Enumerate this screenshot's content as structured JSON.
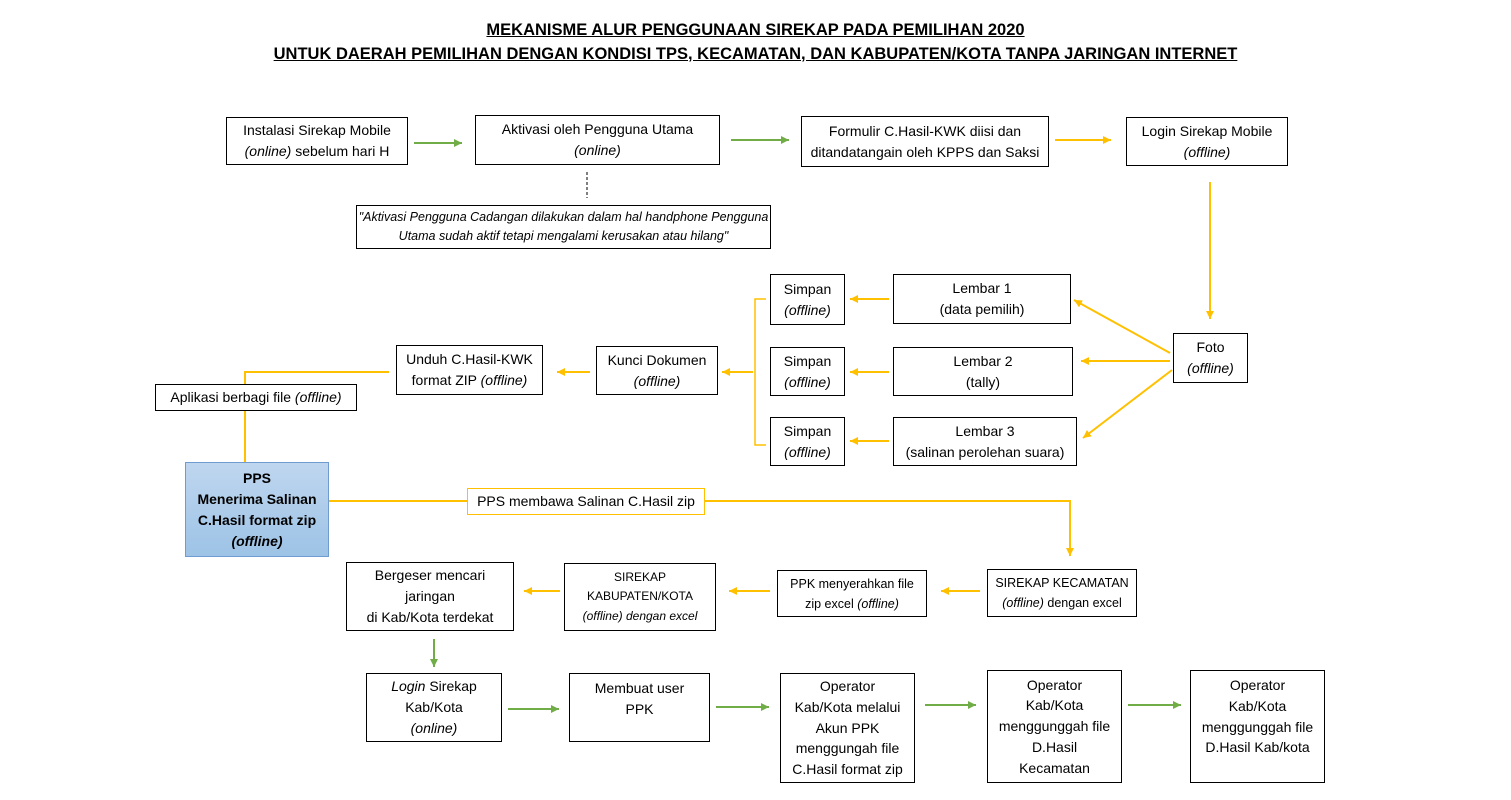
{
  "title": {
    "line1": "MEKANISME ALUR PENGGUNAAN SIREKAP PADA PEMILIHAN 2020",
    "line2": "UNTUK DAERAH PEMILIHAN DENGAN KONDISI TPS, KECAMATAN, DAN KABUPATEN/KOTA TANPA JARINGAN INTERNET"
  },
  "colors": {
    "green_arrow": "#70ad47",
    "yellow_arrow": "#ffc000",
    "pps_fill": "#9dc3e6",
    "box_border": "#000000"
  },
  "nodes": {
    "instalasi": {
      "line1": "Instalasi Sirekap Mobile",
      "line2_em": "(online)",
      "line2": " sebelum hari H"
    },
    "aktivasi": {
      "line1": "Aktivasi oleh Pengguna Utama",
      "line2_em": "(online)"
    },
    "formulir": {
      "line1": "Formulir C.Hasil-KWK diisi dan",
      "line2": "ditandatangain oleh KPPS dan Saksi"
    },
    "login_mobile": {
      "line1": "Login Sirekap Mobile",
      "line2_em": "(offline)"
    },
    "note_cadangan": {
      "line1": "\"Aktivasi Pengguna Cadangan dilakukan dalam hal handphone Pengguna",
      "line2": "Utama sudah aktif tetapi mengalami kerusakan atau hilang\""
    },
    "foto": {
      "line1": "Foto",
      "line2_em": "(offline)"
    },
    "lembar_1": {
      "line1": "Lembar 1",
      "line2": "(data pemilih)"
    },
    "lembar_2": {
      "line1": "Lembar 2",
      "line2": "(tally)"
    },
    "lembar_3": {
      "line1": "Lembar 3",
      "line2": "(salinan perolehan suara)"
    },
    "simpan_1": {
      "line1": "Simpan",
      "line2_em": "(offline)"
    },
    "simpan_2": {
      "line1": "Simpan",
      "line2_em": "(offline)"
    },
    "simpan_3": {
      "line1": "Simpan",
      "line2_em": "(offline)"
    },
    "kunci_dokumen": {
      "line1": "Kunci Dokumen",
      "line2_em": "(offline)"
    },
    "unduh": {
      "line1": "Unduh C.Hasil-KWK",
      "line2": "format ZIP ",
      "line2_em": "(offline)"
    },
    "aplikasi_berbagi": {
      "line1": "Aplikasi berbagi file ",
      "line1_em": "(offline)"
    },
    "pps": {
      "line1": "PPS",
      "line2": "Menerima Salinan",
      "line3": "C.Hasil format zip",
      "line4_em": "(offline)"
    },
    "pps_membawa": {
      "label": "PPS membawa Salinan C.Hasil zip"
    },
    "sirekap_kecamatan": {
      "line1": "SIREKAP KECAMATAN",
      "line2_em": "(offline)",
      "line2": " dengan excel"
    },
    "ppk_menyerahkan": {
      "line1": "PPK menyerahkan file",
      "line2": "zip excel ",
      "line2_em": "(offline)"
    },
    "sirekap_kabkota": {
      "line1": "SIREKAP",
      "line2": "KABUPATEN/KOTA",
      "line3_em": "(offline) dengan excel"
    },
    "bergeser": {
      "line1": "Bergeser mencari",
      "line2": "jaringan",
      "line3": "di Kab/Kota terdekat"
    },
    "login_kabkota": {
      "line1_em": "Login",
      "line1": " Sirekap",
      "line2": "Kab/Kota",
      "line3_em": "(online)"
    },
    "membuat_user": {
      "line1": "Membuat user",
      "line2": "PPK"
    },
    "operator_ppk": {
      "line1": "Operator",
      "line2": "Kab/Kota melalui",
      "line3": "Akun PPK",
      "line4": "menggungah file",
      "line5": "C.Hasil format zip"
    },
    "operator_kecamatan": {
      "line1": "Operator",
      "line2": "Kab/Kota",
      "line3": "menggunggah file",
      "line4": "D.Hasil",
      "line5": "Kecamatan"
    },
    "operator_kabkota": {
      "line1": "Operator",
      "line2": "Kab/Kota",
      "line3": "menggunggah file",
      "line4": "D.Hasil Kab/kota"
    }
  }
}
